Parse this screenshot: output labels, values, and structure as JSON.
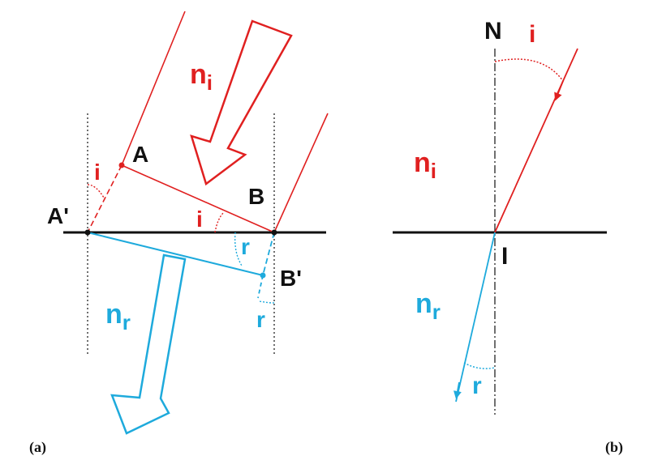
{
  "colors": {
    "incident": "#e02020",
    "refracted": "#1eaadc",
    "surface": "#111111",
    "normal": "#222222",
    "label": "#111111"
  },
  "panel_a": {
    "caption": "(a)",
    "point_a": "A",
    "point_a_prime": "A'",
    "point_b": "B",
    "point_b_prime": "B'",
    "angle_i_top": "i",
    "angle_i_bottom": "i",
    "angle_r_top": "r",
    "angle_r_bottom": "r",
    "medium_incident_base": "n",
    "medium_incident_sub": "i",
    "medium_refracted_base": "n",
    "medium_refracted_sub": "r"
  },
  "panel_b": {
    "caption": "(b)",
    "normal_label": "N",
    "point_i": "I",
    "angle_i": "i",
    "angle_r": "r",
    "medium_incident_base": "n",
    "medium_incident_sub": "i",
    "medium_refracted_base": "n",
    "medium_refracted_sub": "r"
  }
}
